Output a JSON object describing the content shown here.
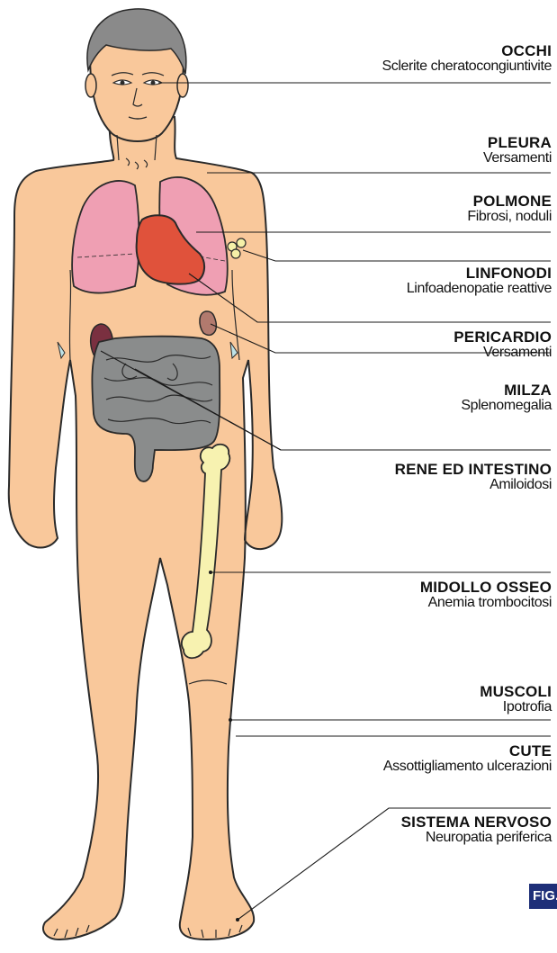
{
  "labels": [
    {
      "id": "occhi",
      "title": "OCCHI",
      "desc": "Sclerite cheratocongiuntivite"
    },
    {
      "id": "pleura",
      "title": "PLEURA",
      "desc": "Versamenti"
    },
    {
      "id": "polmone",
      "title": "POLMONE",
      "desc": "Fibrosi, noduli"
    },
    {
      "id": "linfonodi",
      "title": "LINFONODI",
      "desc": "Linfoadenopatie reattive"
    },
    {
      "id": "pericardio",
      "title": "PERICARDIO",
      "desc": "Versamenti"
    },
    {
      "id": "milza",
      "title": "MILZA",
      "desc": "Splenomegalia"
    },
    {
      "id": "rene-intestino",
      "title": "RENE ED INTESTINO",
      "desc": "Amiloidosi"
    },
    {
      "id": "midollo",
      "title": "MIDOLLO OSSEO",
      "desc": "Anemia trombocitosi"
    },
    {
      "id": "muscoli",
      "title": "MUSCOLI",
      "desc": "Ipotrofia"
    },
    {
      "id": "cute",
      "title": "CUTE",
      "desc": "Assottigliamento ulcerazioni"
    },
    {
      "id": "nervoso",
      "title": "SISTEMA NERVOSO",
      "desc": "Neuropatia periferica"
    }
  ],
  "figure_tag": "FIG.",
  "colors": {
    "skin": "#f9c89b",
    "skin_outline": "#2a2a2a",
    "hair": "#8a8a8a",
    "lung": "#ef9fb3",
    "heart": "#e0523b",
    "intestine": "#8a8c8c",
    "kidney_left": "#7a3040",
    "spleen": "#b27a6e",
    "bone": "#f7f2b0",
    "lymph": "#f5f0a8",
    "badge": "#1e2f78"
  }
}
